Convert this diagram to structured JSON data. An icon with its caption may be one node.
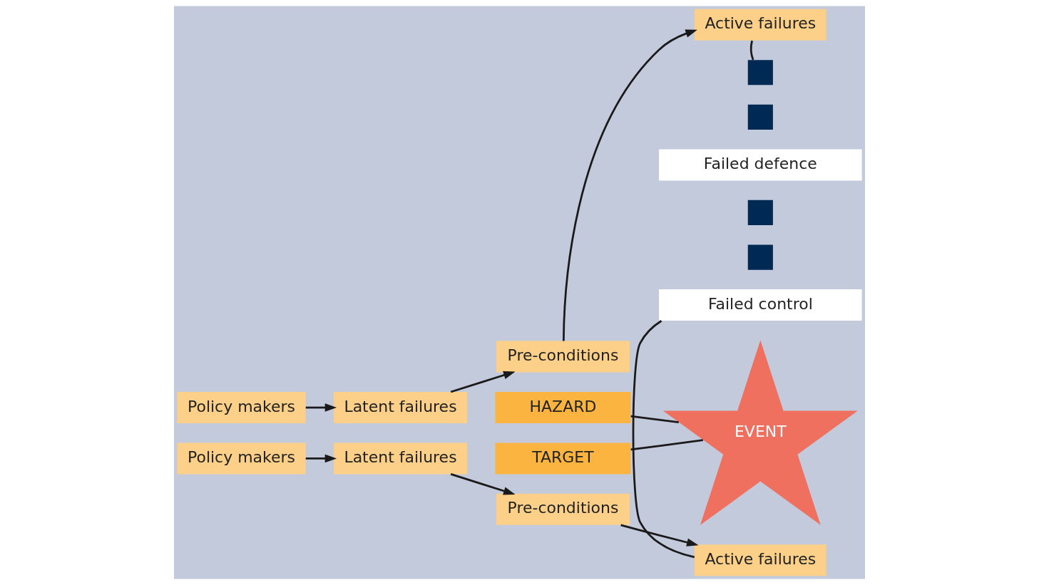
{
  "diagram": {
    "nodes": [
      {
        "text": [
          "Policy makers"
        ]
      },
      {
        "text": [
          "Latent failures"
        ]
      },
      {
        "text": [
          "Pre-conditions"
        ]
      },
      {
        "text": [
          "Active failures"
        ]
      },
      {
        "text": [],
        "shape": "box"
      },
      {
        "text": [
          "HAZARD"
        ]
      },
      {
        "text": [],
        "shape": "box"
      },
      {
        "text": [
          "Failed defence"
        ]
      },
      {
        "text": [
          "EVENT"
        ]
      },
      {
        "text": [],
        "shape": "box"
      },
      {
        "text": [
          "TARGET"
        ]
      },
      {
        "text": [],
        "shape": "box"
      },
      {
        "text": [
          "Failed control"
        ]
      },
      {
        "text": [
          "Policy makers"
        ]
      },
      {
        "text": [
          "Latent failures"
        ]
      },
      {
        "text": [
          "Pre-conditions"
        ]
      },
      {
        "text": [
          "Active failures"
        ]
      }
    ],
    "edges": [
      {
        "from": 0,
        "to": 1,
        "arrow": "to"
      },
      {
        "from": 1,
        "to": 2,
        "arrow": "to"
      },
      {
        "from": 2,
        "to": 3,
        "arrow": "to"
      },
      {
        "from": 3,
        "to": 4,
        "arrow": "none"
      },
      {
        "from": 5,
        "to": 8,
        "arrow": "none"
      },
      {
        "from": 10,
        "to": 8,
        "arrow": "none"
      },
      {
        "from": 13,
        "to": 14,
        "arrow": "to"
      },
      {
        "from": 14,
        "to": 15,
        "arrow": "to"
      },
      {
        "from": 15,
        "to": 16,
        "arrow": "to"
      },
      {
        "from": 16,
        "to": 12,
        "arrow": "none"
      }
    ]
  }
}
